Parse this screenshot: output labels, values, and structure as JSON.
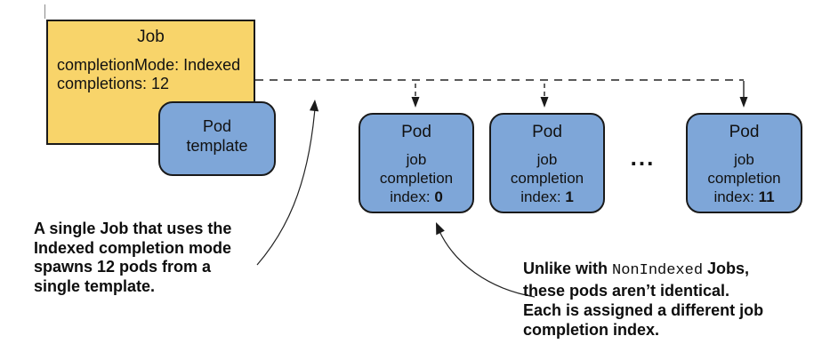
{
  "diagram": {
    "tick_mark": "top-left-tick",
    "job_box": {
      "title": "Job",
      "lines": [
        "completionMode: Indexed",
        "completions: 12"
      ]
    },
    "pod_template_box": {
      "lines": [
        "Pod",
        "template"
      ]
    },
    "pods": [
      {
        "title": "Pod",
        "lines": [
          "job",
          "completion"
        ],
        "index_label": "index:",
        "index_value": "0"
      },
      {
        "title": "Pod",
        "lines": [
          "job",
          "completion"
        ],
        "index_label": "index:",
        "index_value": "1"
      },
      {
        "title": "Pod",
        "lines": [
          "job",
          "completion"
        ],
        "index_label": "index:",
        "index_value": "11"
      }
    ],
    "ellipsis": "..."
  },
  "annotations": {
    "left": {
      "lines": [
        "A single Job that uses the",
        "Indexed completion mode",
        "spawns 12 pods from a",
        "single template."
      ]
    },
    "right": {
      "line1_prefix": "Unlike with ",
      "line1_mono": "NonIndexed",
      "line1_suffix": " Jobs,",
      "lines_rest": [
        "these pods aren’t identical.",
        "Each is assigned a different job",
        "completion index."
      ]
    }
  },
  "colors": {
    "job_fill": "#F8D46A",
    "pod_fill": "#7EA6D8",
    "border": "#1A1A1A",
    "line": "#222222",
    "text": "#111111"
  }
}
